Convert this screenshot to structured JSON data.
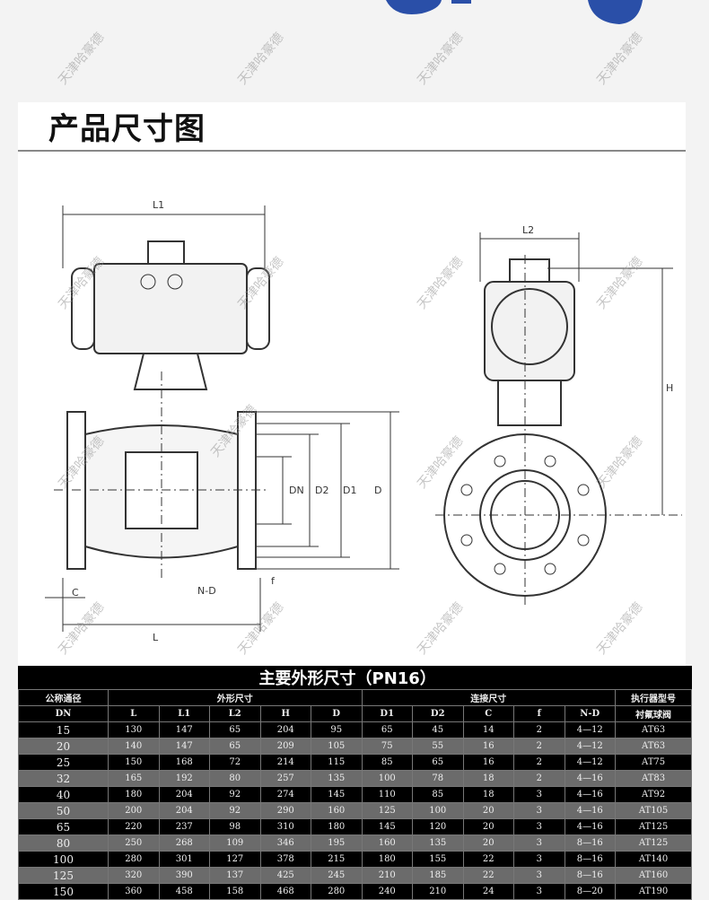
{
  "section_title": "产品尺寸图",
  "watermark": "天津哈豪德",
  "drawing_labels": {
    "L1": "L1",
    "L2": "L2",
    "H": "H",
    "DN": "DN",
    "D2": "D2",
    "D1": "D1",
    "D": "D",
    "C": "C",
    "ND": "N-D",
    "f": "f",
    "L": "L"
  },
  "colors": {
    "background": "#f3f3f3",
    "product_blue": "#2a4fa8",
    "table_bg": "#000000",
    "row_alt": "#6b6b6b"
  },
  "table": {
    "title": "主要外形尺寸（PN16）",
    "group_headers": {
      "dn": "公称通径",
      "outline": "外形尺寸",
      "connection": "连接尺寸",
      "actuator": "执行器型号"
    },
    "columns": [
      "DN",
      "L",
      "L1",
      "L2",
      "H",
      "D",
      "D1",
      "D2",
      "C",
      "f",
      "N-D",
      "衬氟球阀"
    ],
    "rows": [
      [
        "15",
        "130",
        "147",
        "65",
        "204",
        "95",
        "65",
        "45",
        "14",
        "2",
        "4—12",
        "AT63"
      ],
      [
        "20",
        "140",
        "147",
        "65",
        "209",
        "105",
        "75",
        "55",
        "16",
        "2",
        "4—12",
        "AT63"
      ],
      [
        "25",
        "150",
        "168",
        "72",
        "214",
        "115",
        "85",
        "65",
        "16",
        "2",
        "4—12",
        "AT75"
      ],
      [
        "32",
        "165",
        "192",
        "80",
        "257",
        "135",
        "100",
        "78",
        "18",
        "2",
        "4—16",
        "AT83"
      ],
      [
        "40",
        "180",
        "204",
        "92",
        "274",
        "145",
        "110",
        "85",
        "18",
        "3",
        "4—16",
        "AT92"
      ],
      [
        "50",
        "200",
        "204",
        "92",
        "290",
        "160",
        "125",
        "100",
        "20",
        "3",
        "4—16",
        "AT105"
      ],
      [
        "65",
        "220",
        "237",
        "98",
        "310",
        "180",
        "145",
        "120",
        "20",
        "3",
        "4—16",
        "AT125"
      ],
      [
        "80",
        "250",
        "268",
        "109",
        "346",
        "195",
        "160",
        "135",
        "20",
        "3",
        "8—16",
        "AT125"
      ],
      [
        "100",
        "280",
        "301",
        "127",
        "378",
        "215",
        "180",
        "155",
        "22",
        "3",
        "8—16",
        "AT140"
      ],
      [
        "125",
        "320",
        "390",
        "137",
        "425",
        "245",
        "210",
        "185",
        "22",
        "3",
        "8—16",
        "AT160"
      ],
      [
        "150",
        "360",
        "458",
        "158",
        "468",
        "280",
        "240",
        "210",
        "24",
        "3",
        "8—20",
        "AT190"
      ]
    ]
  }
}
